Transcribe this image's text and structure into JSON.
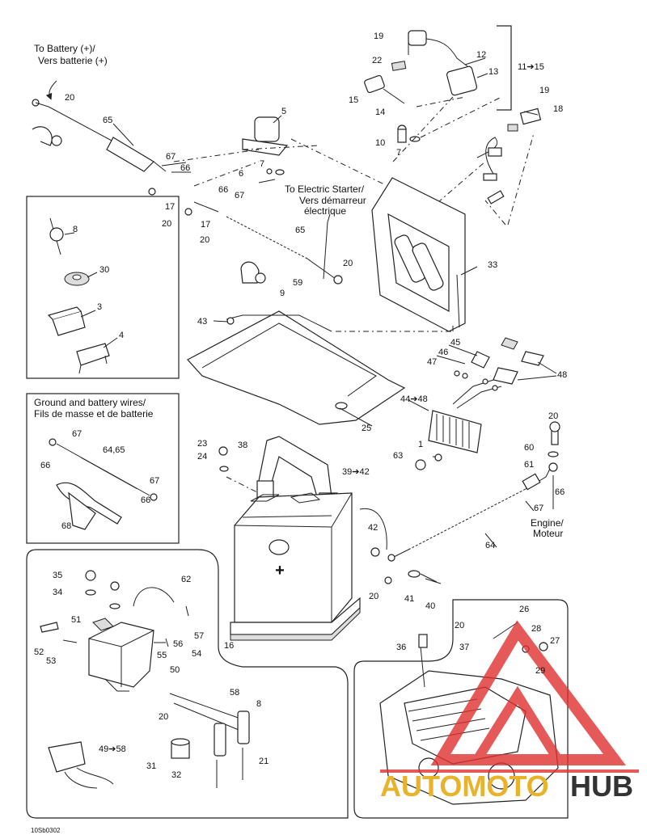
{
  "notes": {
    "to_battery": [
      "To Battery (+)/",
      "Vers batterie (+)"
    ],
    "to_starter": [
      "To Electric Starter/",
      "Vers démarreur",
      "électrique"
    ],
    "engine": [
      "Engine/",
      "Moteur"
    ],
    "ground_box_title": [
      "Ground and battery wires/",
      "Fils de masse et de batterie"
    ],
    "figure_code": "10Sb0302",
    "watermark": {
      "left": "AUTOMOTO",
      "right": "HUB",
      "accent": "#e03030",
      "dark": "#333333",
      "gold": "#e8b22a"
    }
  },
  "callouts": [
    {
      "id": "c19a",
      "text": "19"
    },
    {
      "id": "c12",
      "text": "12"
    },
    {
      "id": "c11_15",
      "text": "11➔15"
    },
    {
      "id": "c22",
      "text": "22"
    },
    {
      "id": "c13",
      "text": "13"
    },
    {
      "id": "c15",
      "text": "15"
    },
    {
      "id": "c14",
      "text": "14"
    },
    {
      "id": "c19b",
      "text": "19"
    },
    {
      "id": "c18",
      "text": "18"
    },
    {
      "id": "c20a",
      "text": "20"
    },
    {
      "id": "c65a",
      "text": "65"
    },
    {
      "id": "c5",
      "text": "5"
    },
    {
      "id": "c10",
      "text": "10"
    },
    {
      "id": "c7a",
      "text": "7"
    },
    {
      "id": "c67a",
      "text": "67"
    },
    {
      "id": "c66a",
      "text": "66"
    },
    {
      "id": "c7b",
      "text": "7"
    },
    {
      "id": "c6",
      "text": "6"
    },
    {
      "id": "c66b",
      "text": "66"
    },
    {
      "id": "c67b",
      "text": "67"
    },
    {
      "id": "c17a",
      "text": "17"
    },
    {
      "id": "c20b",
      "text": "20"
    },
    {
      "id": "c17b",
      "text": "17"
    },
    {
      "id": "c20c",
      "text": "20"
    },
    {
      "id": "c65b",
      "text": "65"
    },
    {
      "id": "c20d",
      "text": "20"
    },
    {
      "id": "c59",
      "text": "59"
    },
    {
      "id": "c9",
      "text": "9"
    },
    {
      "id": "c33",
      "text": "33"
    },
    {
      "id": "c8a",
      "text": "8"
    },
    {
      "id": "c30",
      "text": "30"
    },
    {
      "id": "c3",
      "text": "3"
    },
    {
      "id": "c4",
      "text": "4"
    },
    {
      "id": "c43",
      "text": "43"
    },
    {
      "id": "c45",
      "text": "45"
    },
    {
      "id": "c46",
      "text": "46"
    },
    {
      "id": "c47",
      "text": "47"
    },
    {
      "id": "c48a",
      "text": "48"
    },
    {
      "id": "c44_48",
      "text": "44➔48"
    },
    {
      "id": "c25",
      "text": "25"
    },
    {
      "id": "c1",
      "text": "1"
    },
    {
      "id": "c63",
      "text": "63"
    },
    {
      "id": "c20e",
      "text": "20"
    },
    {
      "id": "c60",
      "text": "60"
    },
    {
      "id": "c61",
      "text": "61"
    },
    {
      "id": "c66c",
      "text": "66"
    },
    {
      "id": "c67c",
      "text": "67"
    },
    {
      "id": "c23",
      "text": "23"
    },
    {
      "id": "c38",
      "text": "38"
    },
    {
      "id": "c39_42",
      "text": "39➔42"
    },
    {
      "id": "c24",
      "text": "24"
    },
    {
      "id": "c67d",
      "text": "67"
    },
    {
      "id": "c64_65",
      "text": "64,65"
    },
    {
      "id": "c66d",
      "text": "66"
    },
    {
      "id": "c67e",
      "text": "67"
    },
    {
      "id": "c68",
      "text": "68"
    },
    {
      "id": "c66e",
      "text": "66"
    },
    {
      "id": "c42",
      "text": "42"
    },
    {
      "id": "c64",
      "text": "64"
    },
    {
      "id": "c20f",
      "text": "20"
    },
    {
      "id": "c41",
      "text": "41"
    },
    {
      "id": "c40",
      "text": "40"
    },
    {
      "id": "c16",
      "text": "16"
    },
    {
      "id": "c35",
      "text": "35"
    },
    {
      "id": "c34",
      "text": "34"
    },
    {
      "id": "c62",
      "text": "62"
    },
    {
      "id": "c51",
      "text": "51"
    },
    {
      "id": "c52",
      "text": "52"
    },
    {
      "id": "c53",
      "text": "53"
    },
    {
      "id": "c55",
      "text": "55"
    },
    {
      "id": "c56",
      "text": "56"
    },
    {
      "id": "c54",
      "text": "54"
    },
    {
      "id": "c57",
      "text": "57"
    },
    {
      "id": "c50",
      "text": "50"
    },
    {
      "id": "c58",
      "text": "58"
    },
    {
      "id": "c8b",
      "text": "8"
    },
    {
      "id": "c20g",
      "text": "20"
    },
    {
      "id": "c49_58",
      "text": "49➔58"
    },
    {
      "id": "c31",
      "text": "31"
    },
    {
      "id": "c32",
      "text": "32"
    },
    {
      "id": "c21",
      "text": "21"
    },
    {
      "id": "c26",
      "text": "26"
    },
    {
      "id": "c20h",
      "text": "20"
    },
    {
      "id": "c28",
      "text": "28"
    },
    {
      "id": "c36",
      "text": "36"
    },
    {
      "id": "c37",
      "text": "37"
    },
    {
      "id": "c27",
      "text": "27"
    },
    {
      "id": "c29",
      "text": "29"
    }
  ]
}
